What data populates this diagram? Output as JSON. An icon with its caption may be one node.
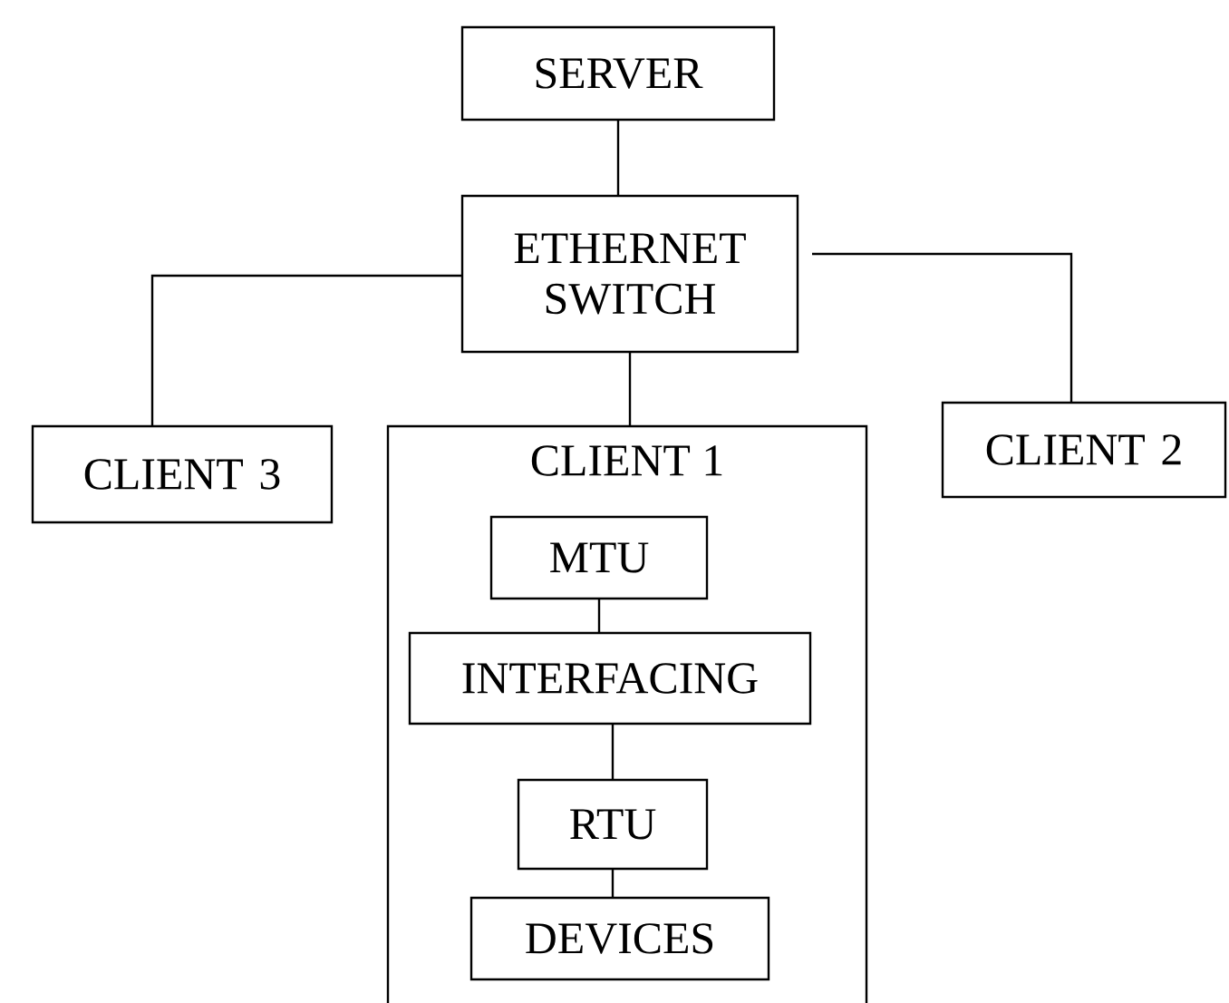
{
  "diagram": {
    "nodes": [
      {
        "text": [
          "SERVER"
        ]
      },
      {
        "text": [
          "ETHERNET SWITCH"
        ]
      },
      {
        "text": [
          "CLIENT 3"
        ]
      },
      {
        "text": [
          "CLIENT 1"
        ]
      },
      {
        "text": [
          "CLIENT 2"
        ]
      },
      {
        "text": [
          "MTU"
        ],
        "in": 3
      },
      {
        "text": [
          "INTERFACING"
        ],
        "in": 3
      },
      {
        "text": [
          "RTU"
        ],
        "in": 3
      },
      {
        "text": [
          "DEVICES"
        ],
        "in": 3
      }
    ],
    "edges": [
      {
        "from": 0,
        "to": 1,
        "arrow": "none"
      },
      {
        "from": 1,
        "to": 2,
        "arrow": "none"
      },
      {
        "from": 1,
        "to": 3,
        "arrow": "none"
      },
      {
        "from": 1,
        "to": 4,
        "arrow": "none"
      },
      {
        "from": 5,
        "to": 6,
        "arrow": "none"
      },
      {
        "from": 6,
        "to": 7,
        "arrow": "none"
      },
      {
        "from": 7,
        "to": 8,
        "arrow": "none"
      }
    ]
  }
}
